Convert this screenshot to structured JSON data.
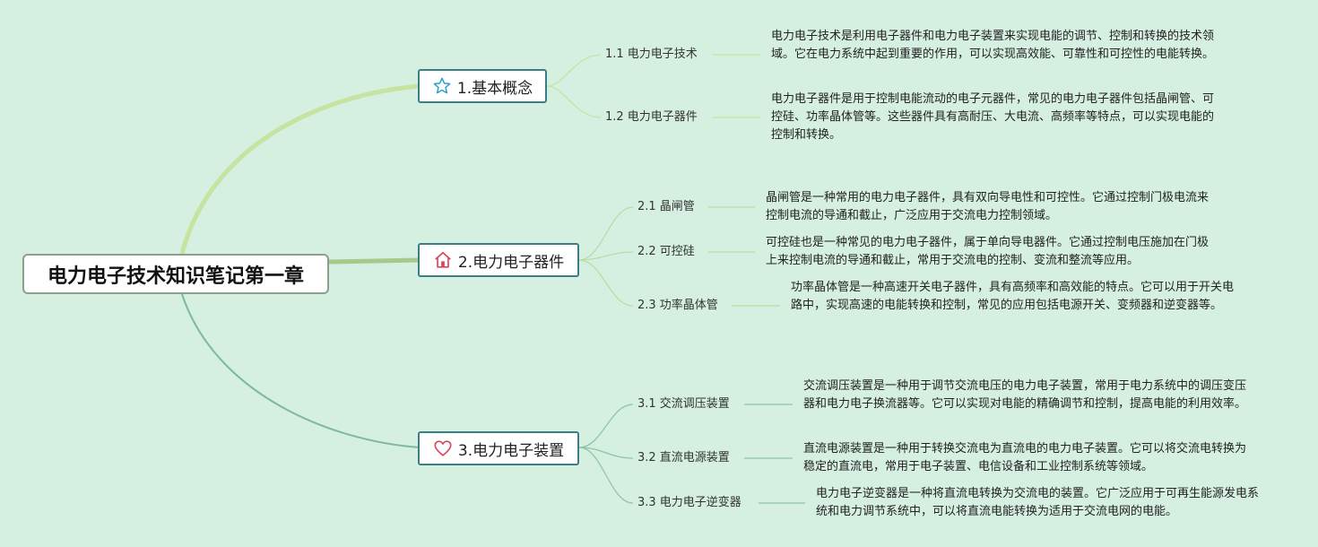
{
  "root": {
    "title": "电力电子技术知识笔记第一章"
  },
  "branches": [
    {
      "label": "1.基本概念",
      "icon": "star-icon",
      "color": "#2aa0c9",
      "items": [
        {
          "label": "1.1 电力电子技术",
          "desc": "电力电子技术是利用电子器件和电力电子装置来实现电能的调节、控制和转换的技术领域。它在电力系统中起到重要的作用，可以实现高效能、可靠性和可控性的电能转换。"
        },
        {
          "label": "1.2 电力电子器件",
          "desc": "电力电子器件是用于控制电能流动的电子元器件，常见的电力电子器件包括晶闸管、可控硅、功率晶体管等。这些器件具有高耐压、大电流、高频率等特点，可以实现电能的控制和转换。"
        }
      ]
    },
    {
      "label": "2.电力电子器件",
      "icon": "home-icon",
      "color": "#d9465a",
      "items": [
        {
          "label": "2.1 晶闸管",
          "desc": "晶闸管是一种常用的电力电子器件，具有双向导电性和可控性。它通过控制门极电流来控制电流的导通和截止，广泛应用于交流电力控制领域。"
        },
        {
          "label": "2.2 可控硅",
          "desc": "可控硅也是一种常见的电力电子器件，属于单向导电器件。它通过控制电压施加在门极上来控制电流的导通和截止，常用于交流电的控制、变流和整流等应用。"
        },
        {
          "label": "2.3 功率晶体管",
          "desc": "功率晶体管是一种高速开关电子器件，具有高频率和高效能的特点。它可以用于开关电路中，实现高速的电能转换和控制，常见的应用包括电源开关、变频器和逆变器等。"
        }
      ]
    },
    {
      "label": "3.电力电子装置",
      "icon": "heart-icon",
      "color": "#d9465a",
      "items": [
        {
          "label": "3.1 交流调压装置",
          "desc": "交流调压装置是一种用于调节交流电压的电力电子装置，常用于电力系统中的调压变压器和电力电子换流器等。它可以实现对电能的精确调节和控制，提高电能的利用效率。"
        },
        {
          "label": "3.2 直流电源装置",
          "desc": "直流电源装置是一种用于转换交流电为直流电的电力电子装置。它可以将交流电转换为稳定的直流电，常用于电子装置、电信设备和工业控制系统等领域。"
        },
        {
          "label": "3.3 电力电子逆变器",
          "desc": "电力电子逆变器是一种将直流电转换为交流电的装置。它广泛应用于可再生能源发电系统和电力调节系统中，可以将直流电能转换为适用于交流电网的电能。"
        }
      ]
    }
  ]
}
